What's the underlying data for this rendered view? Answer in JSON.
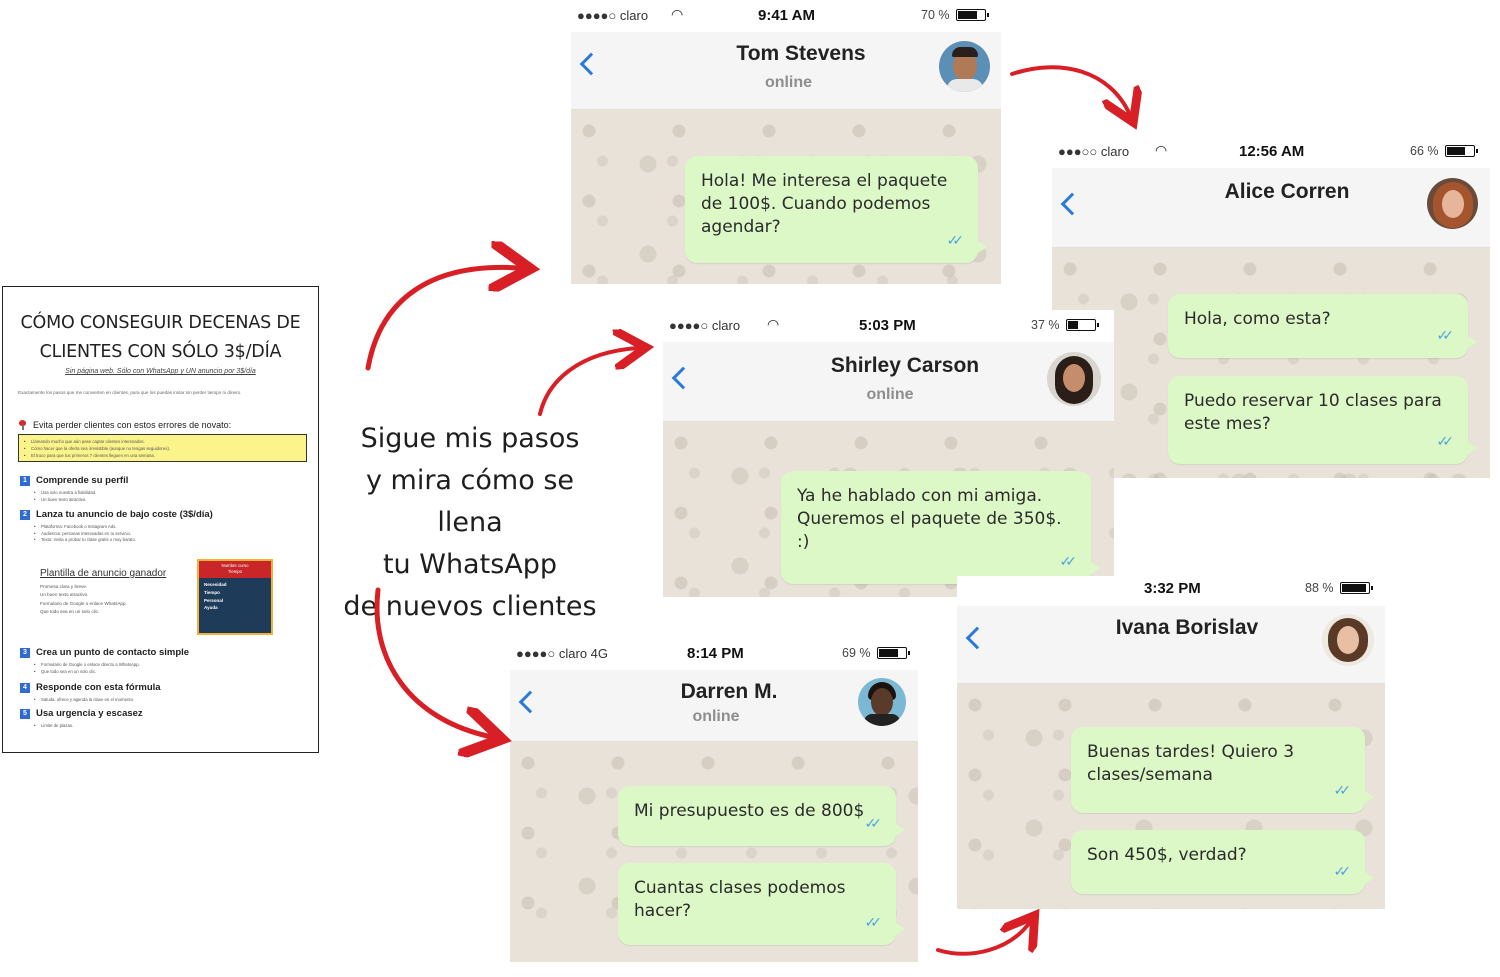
{
  "document": {
    "title_line1": "CÓMO CONSEGUIR DECENAS DE",
    "title_line2": "CLIENTES CON SÓLO 3$/DÍA",
    "subtitle": "Sin página web. Sólo con WhatsApp y UN anuncio por 3$/día",
    "intro": "Exactamente los pasos que me convierten en clientes, para que los puedas imitar sin perder tiempo ni dinero.",
    "warning": "Evita perder clientes con estos errores de novato:",
    "errors": [
      "Llamando mucho que aún pase captar clientes interesados.",
      "Cómo hacer que la oferta sea irresistible (aunque no tengas seguidores).",
      "El truco para que tus primeros 7 clientes lleguen en una semana."
    ],
    "sections": [
      {
        "num": "1",
        "label": "Comprende su perfil",
        "bullets": [
          "Usa solo nuestra a fiabilidad.",
          "Un buen texto atractivo."
        ]
      },
      {
        "num": "2",
        "label": "Lanza tu anuncio de bajo coste (3$/día)",
        "bullets": [
          "Plataforma: Facebook o Instagram Ads.",
          "Audiencia: personas interesadas en tu servicio.",
          "Texto: invita a probar tu clase gratis o muy barato."
        ]
      },
      {
        "num": "3",
        "label": "Crea un punto de contacto simple",
        "bullets": [
          "Formulario de Google o enlace directo a WhatsApp.",
          "Que todo sea en un solo clic."
        ]
      },
      {
        "num": "4",
        "label": "Responde con esta fórmula",
        "bullets": [
          "Saluda, ofrece y agenda la clase en el momento."
        ]
      },
      {
        "num": "5",
        "label": "Usa urgencia y escasez",
        "bullets": [
          "Limite de plazas."
        ]
      }
    ],
    "template_title": "Plantilla de anuncio ganador",
    "template_lines": [
      "Promesa clara y breve.",
      "Un buen texto atractivo.",
      "Formulario de Google o enlace WhatsApp.",
      "Que todo sea en un solo clic."
    ],
    "ad_box": {
      "head_line1": "Nombre curso",
      "head_line2": "Tiempo",
      "lines": [
        "Necesidad",
        "Tiempo",
        "Personal",
        "Ayuda"
      ]
    }
  },
  "center_text": [
    "Sigue mis pasos",
    "y mira cómo se llena",
    "tu WhatsApp",
    "de nuevos clientes"
  ],
  "chats": [
    {
      "carrier": "●●●●○ claro",
      "time": "9:41 AM",
      "battery": "70 %",
      "battery_level": 0.7,
      "name": "Tom Stevens",
      "status": "online",
      "messages": [
        "Hola! Me interesa el paquete de 100$. Cuando podemos agendar?"
      ]
    },
    {
      "carrier": "●●●○○ claro",
      "time": "12:56 AM",
      "battery": "66 %",
      "battery_level": 0.66,
      "name": "Alice Corren",
      "status": "",
      "messages": [
        "Hola, como esta?",
        "Puedo reservar 10 clases para este mes?"
      ]
    },
    {
      "carrier": "●●●●○ claro",
      "time": "5:03 PM",
      "battery": "37 %",
      "battery_level": 0.37,
      "name": "Shirley Carson",
      "status": "online",
      "messages": [
        "Ya he hablado con mi amiga. Queremos el paquete de 350$. :)"
      ]
    },
    {
      "carrier": "●●●●○ claro  4G",
      "time": "8:14 PM",
      "battery": "69 %",
      "battery_level": 0.69,
      "name": "Darren M.",
      "status": "online",
      "messages": [
        "Mi presupuesto es de 800$",
        "Cuantas clases podemos hacer?"
      ]
    },
    {
      "carrier": "",
      "time": "3:32 PM",
      "battery": "88 %",
      "battery_level": 0.88,
      "name": "Ivana Borislav",
      "status": "",
      "messages": [
        "Buenas tardes! Quiero 3 clases/semana",
        "Son 450$, verdad?"
      ]
    }
  ],
  "colors": {
    "arrow": "#d91f26",
    "bubble": "#dcf8c6",
    "chat_bg": "#e8e2d9",
    "accent_blue": "#2a7ad8"
  }
}
